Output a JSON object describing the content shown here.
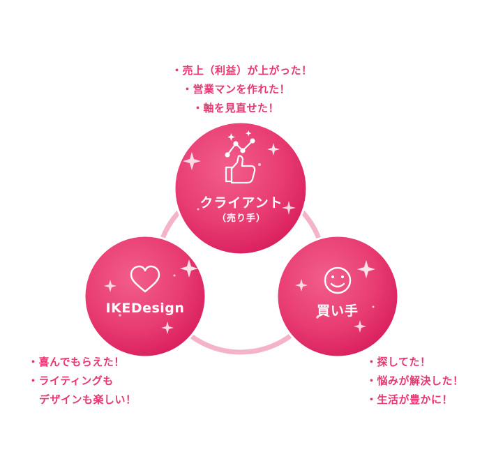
{
  "client": {
    "title": "クライアント",
    "subtitle": "（売り手）",
    "icon": "growth-thumbs-up-icon",
    "benefits": [
      "・売上（利益）が上がった！",
      "・営業マンを作れた！",
      "・軸を見直せた！"
    ]
  },
  "ike": {
    "title": "IKEDesign",
    "icon": "heart-icon",
    "benefits": [
      "・喜んでもらえた！",
      "・ライティングも",
      "デザインも楽しい！"
    ]
  },
  "buyer": {
    "title": "買い手",
    "icon": "smiley-face-icon",
    "benefits": [
      "・探してた！",
      "・悩みが解決した！",
      "・生活が豊かに！"
    ]
  },
  "colors": {
    "accent": "#e8366e",
    "circle_light": "#f4608c",
    "circle_dark": "#d91d5a",
    "ring": "#f5b3c8"
  }
}
